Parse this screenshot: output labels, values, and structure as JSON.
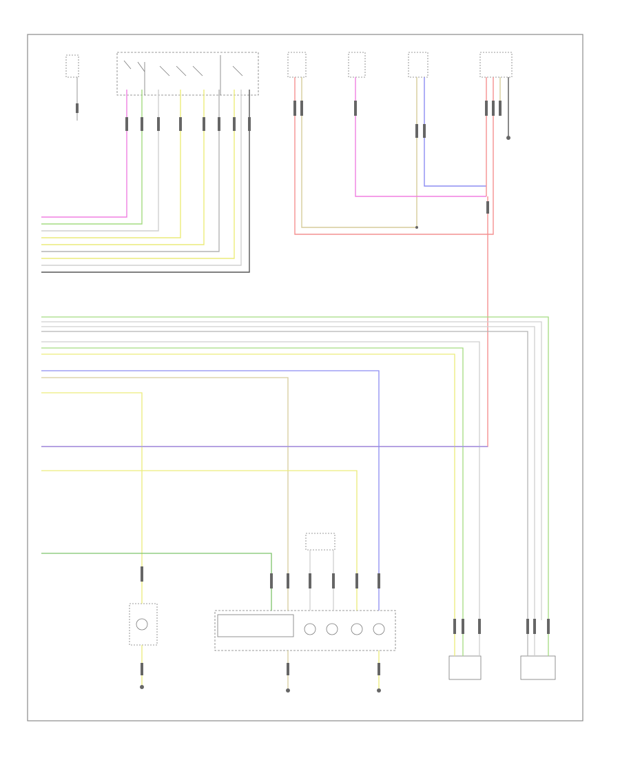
{
  "diagram": {
    "page_id": "",
    "colors": {
      "border": "#8a8a8a",
      "pink": "#f07fe0",
      "green": "#a4dc80",
      "yellow": "#ecec7a",
      "gray": "#b4b4b4",
      "light_gray": "#cfcfcf",
      "blue": "#8c8cf2",
      "red": "#f49090",
      "tan": "#d6cc9a",
      "dark_green": "#7cc46a",
      "black": "#555555"
    },
    "components": [
      {
        "id": "comp-1",
        "label": ""
      },
      {
        "id": "comp-2",
        "label": ""
      },
      {
        "id": "comp-3",
        "label": ""
      },
      {
        "id": "comp-4",
        "label": ""
      },
      {
        "id": "comp-5",
        "label": ""
      },
      {
        "id": "comp-6",
        "label": ""
      },
      {
        "id": "comp-7",
        "label": ""
      },
      {
        "id": "comp-8",
        "label": ""
      },
      {
        "id": "comp-9",
        "label": ""
      },
      {
        "id": "comp-10",
        "label": ""
      }
    ],
    "grounds": [
      "",
      "",
      "",
      "",
      ""
    ]
  }
}
